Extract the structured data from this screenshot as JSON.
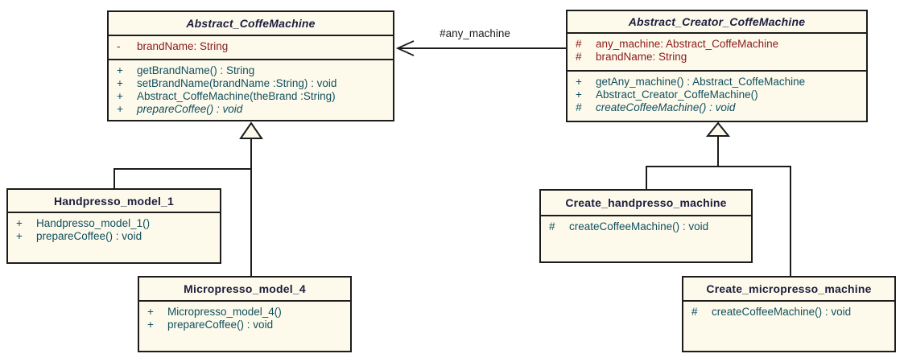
{
  "diagram_title": "CoffeeMachine Factory Method UML Class Diagram",
  "colors": {
    "background": "#FFFFFF",
    "box_fill": "#FDFAEC",
    "box_border": "#1C1C1C",
    "title_text": "#1D1D3D",
    "attribute_text": "#8A1A1A",
    "method_text": "#114F5E",
    "connector": "#1C1C1C"
  },
  "association": {
    "label": "#any_machine"
  },
  "classes": [
    {
      "name": "Abstract_CoffeMachine",
      "abstract": true,
      "attributes": [
        {
          "vis": "-",
          "text": "brandName: String"
        }
      ],
      "methods": [
        {
          "vis": "+",
          "text": "getBrandName() : String"
        },
        {
          "vis": "+",
          "text": "setBrandName(brandName :String) : void"
        },
        {
          "vis": "+",
          "text": "Abstract_CoffeMachine(theBrand :String)"
        },
        {
          "vis": "+",
          "text": "prepareCoffee() : void",
          "abstract": true
        }
      ]
    },
    {
      "name": "Abstract_Creator_CoffeMachine",
      "abstract": true,
      "attributes": [
        {
          "vis": "#",
          "text": "any_machine: Abstract_CoffeMachine"
        },
        {
          "vis": "#",
          "text": "brandName: String"
        }
      ],
      "methods": [
        {
          "vis": "+",
          "text": "getAny_machine() : Abstract_CoffeMachine"
        },
        {
          "vis": "+",
          "text": "Abstract_Creator_CoffeMachine()"
        },
        {
          "vis": "#",
          "text": "createCoffeeMachine() : void",
          "abstract": true
        }
      ]
    },
    {
      "name": "Handpresso_model_1",
      "abstract": false,
      "methods": [
        {
          "vis": "+",
          "text": "Handpresso_model_1()"
        },
        {
          "vis": "+",
          "text": "prepareCoffee() : void"
        }
      ]
    },
    {
      "name": "Micropresso_model_4",
      "abstract": false,
      "methods": [
        {
          "vis": "+",
          "text": "Micropresso_model_4()"
        },
        {
          "vis": "+",
          "text": "prepareCoffee() : void"
        }
      ]
    },
    {
      "name": "Create_handpresso_machine",
      "abstract": false,
      "methods": [
        {
          "vis": "#",
          "text": "createCoffeeMachine() : void"
        }
      ]
    },
    {
      "name": "Create_micropresso_machine",
      "abstract": false,
      "methods": [
        {
          "vis": "#",
          "text": "createCoffeeMachine() : void"
        }
      ]
    }
  ]
}
